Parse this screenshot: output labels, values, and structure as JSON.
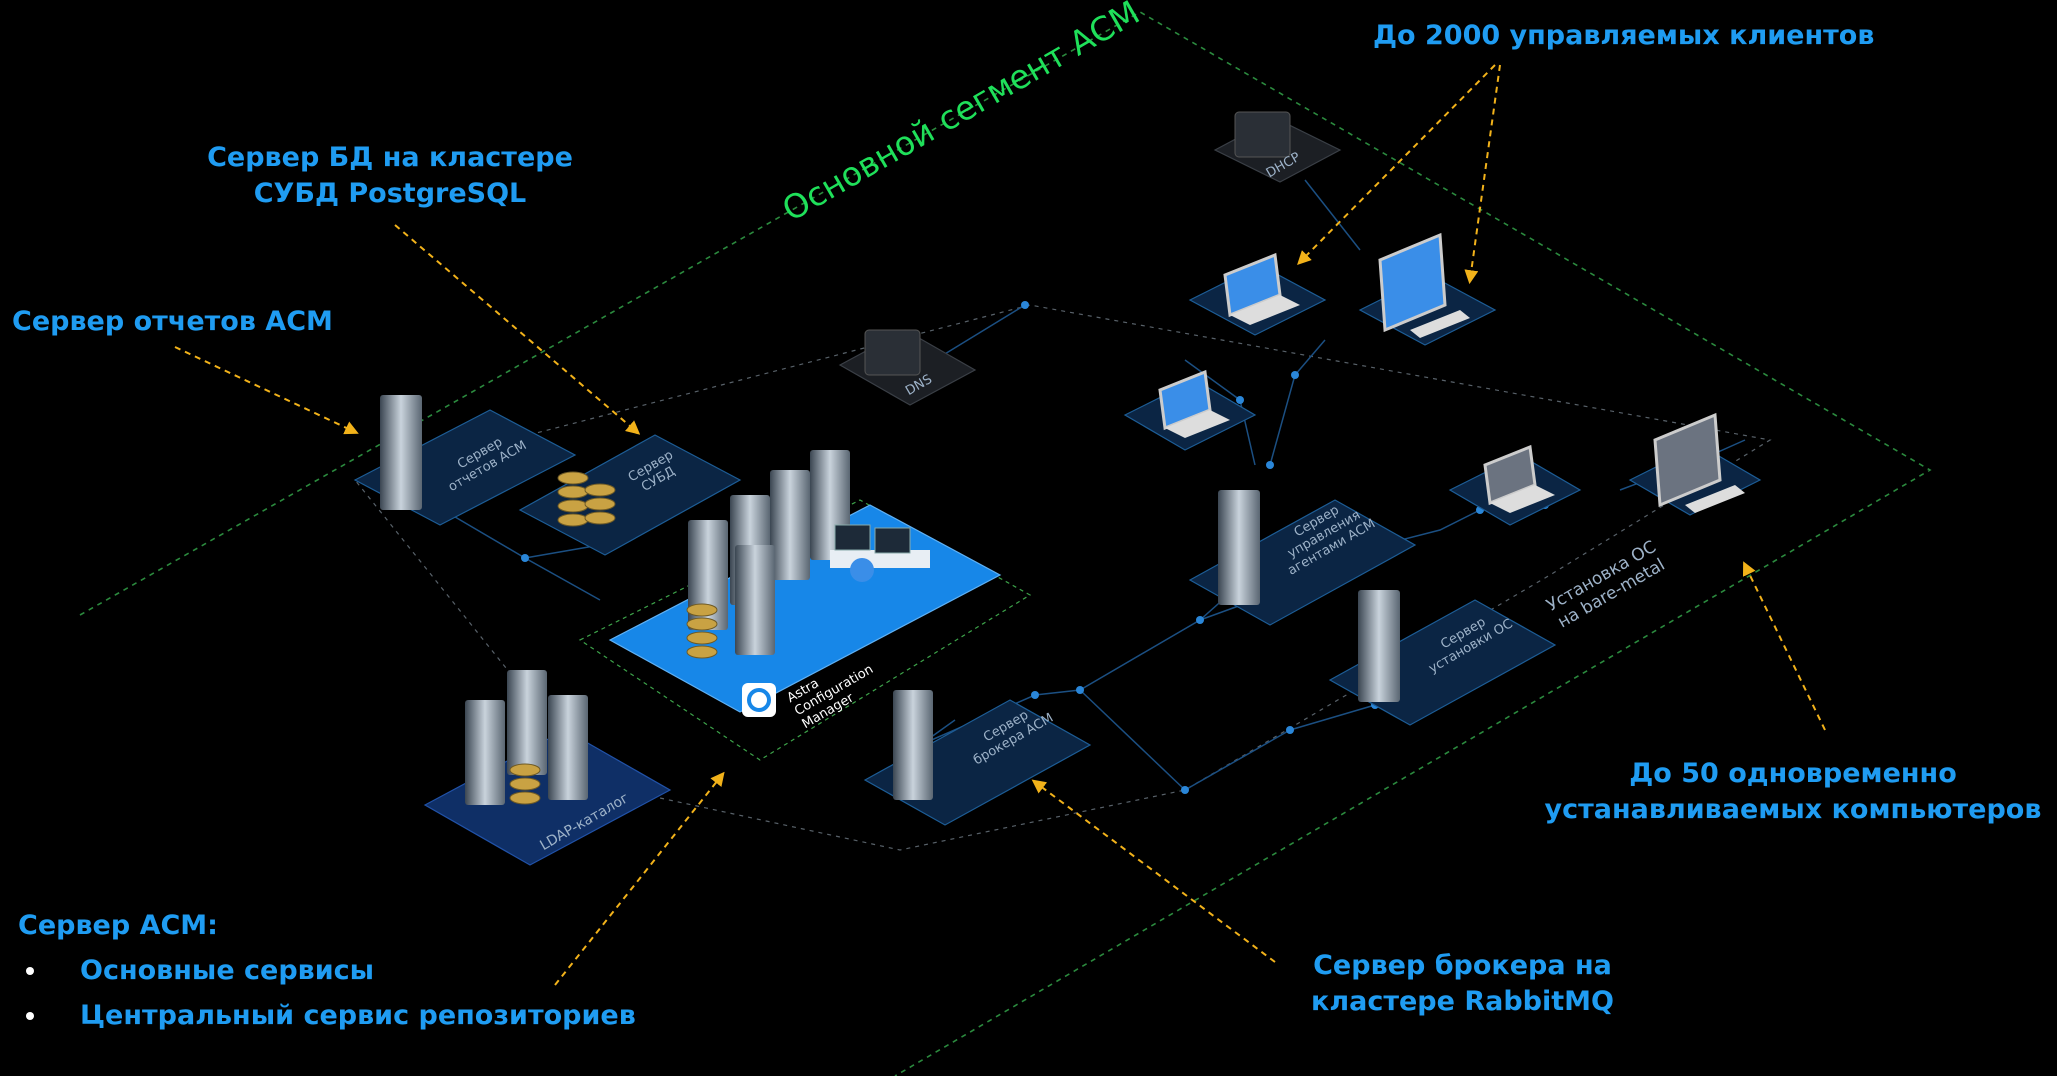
{
  "segment_label": "Основной сегмент АСМ",
  "callouts": {
    "clients": "До 2000 управляемых клиентов",
    "db_server": "Сервер БД на кластере\nСУБД PostgreSQL",
    "reports_server": "Сервер отчетов АСМ",
    "concurrent_installs": "До 50 одновременно\nустанавливаемых компьютеров",
    "broker_server": "Сервер брокера на\nкластере RabbitMQ"
  },
  "acm_server": {
    "heading": "Сервер АСМ:",
    "items": [
      "Основные сервисы",
      "Центральный сервис репозиториев"
    ]
  },
  "platforms": {
    "dhcp": "DHCP",
    "dns": "DNS",
    "reports": "Сервер\nотчетов АСМ",
    "dbms": "Сервер\nСУБД",
    "agents": "Сервер\nуправления\nагентами АСМ",
    "os_install": "Сервер\nустановки ОС",
    "broker": "Сервер\nброкера АСМ",
    "ldap": "LDAP-каталог",
    "acm_main": "Astra\nConfiguration\nManager"
  },
  "bare_metal": "Установка ОС\nна bare-metal",
  "colors": {
    "accent": "#1f9cf2",
    "segment": "#1fe05a",
    "arrow": "#f2b21a",
    "platform": "#0b2544",
    "main_platform": "#1787e8"
  }
}
